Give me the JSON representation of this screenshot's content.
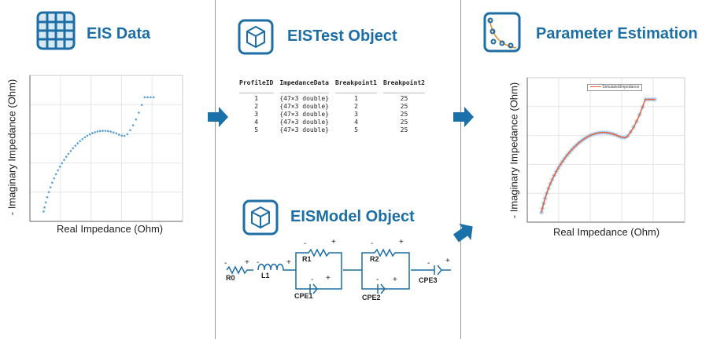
{
  "sections": {
    "eis_data": {
      "title": "EIS Data",
      "icon": "grid-table-icon",
      "xlabel": "Real Impedance (Ohm)",
      "ylabel": "- Imaginary Impedance (Ohm)"
    },
    "eistest_object": {
      "title": "EISTest Object",
      "icon": "cube-icon",
      "table": {
        "headers": [
          "ProfileID",
          "ImpedanceData",
          "Breakpoint1",
          "Breakpoint2"
        ],
        "rows": [
          [
            "1",
            "{47×3 double}",
            "1",
            "25"
          ],
          [
            "2",
            "{47×3 double}",
            "2",
            "25"
          ],
          [
            "3",
            "{47×3 double}",
            "3",
            "25"
          ],
          [
            "4",
            "{47×3 double}",
            "4",
            "25"
          ],
          [
            "5",
            "{47×3 double}",
            "5",
            "25"
          ]
        ]
      }
    },
    "eismodel_object": {
      "title": "EISModel Object",
      "icon": "cube-icon",
      "components": [
        "R0",
        "L1",
        "R1",
        "CPE1",
        "R2",
        "CPE2",
        "CPE3"
      ],
      "minus": "-",
      "plus": "+"
    },
    "parameter_estimation": {
      "title": "Parameter Estimation",
      "icon": "curve-fit-icon",
      "xlabel": "Real Impedance (Ohm)",
      "ylabel": "- Imaginary Impedance (Ohm)",
      "legend": "SimulatedImpedance"
    }
  },
  "colors": {
    "brand": "#1c6ea4",
    "arrow": "#1a70a8",
    "data_points": "#5a9fd6",
    "fit_line": "#e8603a"
  }
}
